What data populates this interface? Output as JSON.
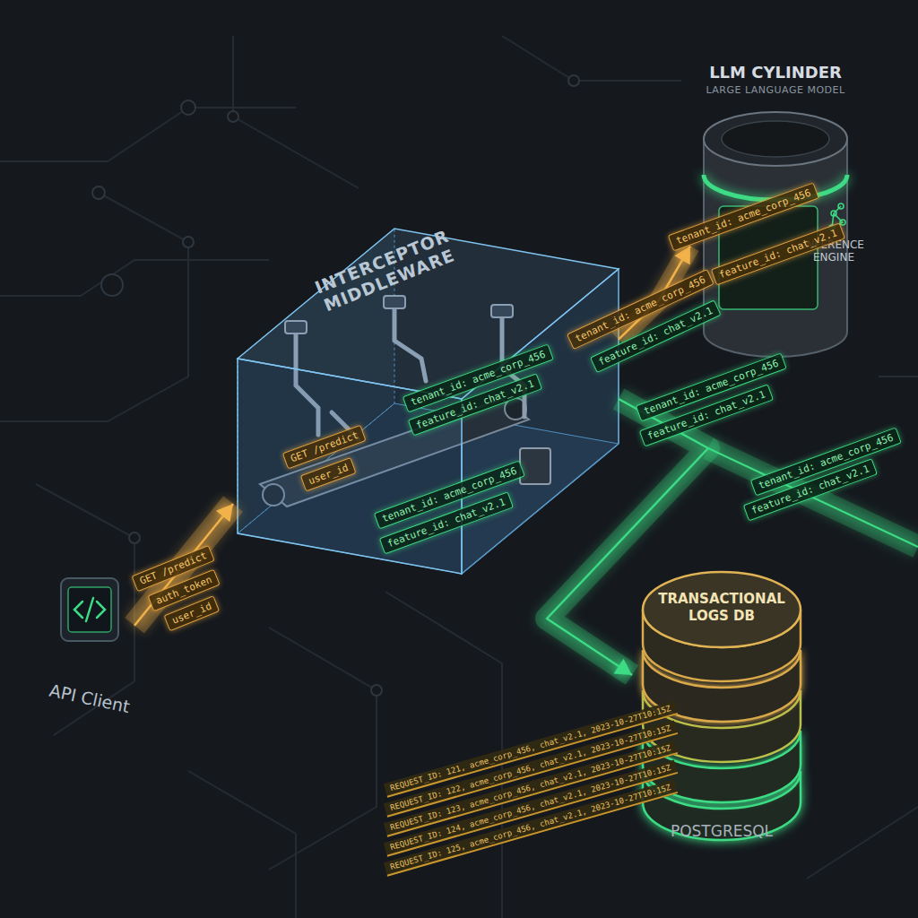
{
  "diagram": {
    "nodes": [
      {
        "text": [
          "API Client"
        ]
      },
      {
        "text": [
          "INTERCEPTOR MIDDLEWARE"
        ]
      },
      {
        "text": [
          "LLM CYLINDER",
          "LARGE LANGUAGE MODEL",
          "INFERENCE ENGINE"
        ]
      },
      {
        "text": [
          "TRANSACTIONAL LOGS DB",
          "POSTGRESQL"
        ]
      }
    ],
    "edges": [
      {
        "from": 0,
        "to": 1,
        "arrow": "to"
      },
      {
        "from": 1,
        "to": 2,
        "arrow": "to"
      },
      {
        "from": 1,
        "to": 3,
        "arrow": "to"
      }
    ],
    "labels": [
      "GET /predict",
      "auth_token",
      "user_id",
      "GET /predict",
      "user_id",
      "tenant_id: acme_corp_456",
      "feature_id: chat_v2.1",
      "tenant_id: acme_corp_456",
      "feature_id: chat_v2.1",
      "tenant_id: acme_corp_456",
      "feature_id: chat_v2.1",
      "tenant_id: acme_corp_456",
      "feature_id: chat_v2.1",
      "tenant_id: acme_corp_456",
      "feature_id: chat_v2.1",
      "tenant_id: acme_corp_456",
      "feature_id: chat_v2.1",
      "REQUEST_ID: 121, acme_corp_456, chat_v2.1, 2023-10-27T10:15Z",
      "REQUEST_ID: 122, acme_corp_456, chat_v2.1, 2023-10-27T10:15Z",
      "REQUEST_ID: 123, acme_corp_456, chat_v2.1, 2023-10-27T10:15Z",
      "REQUEST_ID: 124, acme_corp_456, chat_v2.1, 2023-10-27T10:15Z",
      "REQUEST_ID: 125, acme_corp_456, chat_v2.1, 2023-10-27T10:15Z"
    ]
  }
}
